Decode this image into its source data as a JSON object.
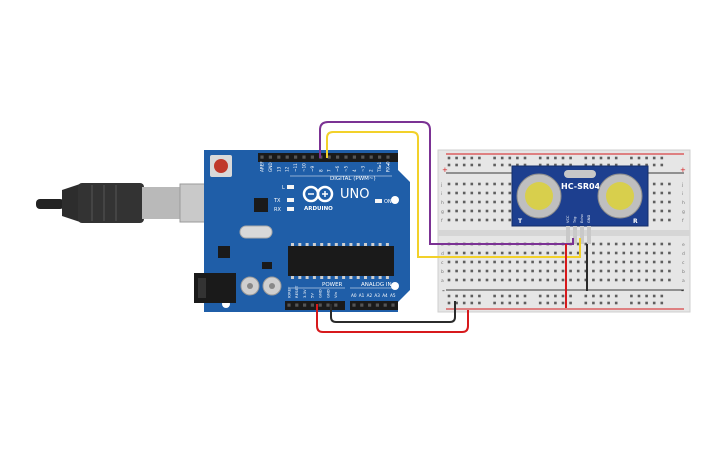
{
  "arduino": {
    "logo_text": "ARDUINO",
    "model": "UNO",
    "digital_header_label": "DIGITAL (PWM~)",
    "power_label": "POWER",
    "analog_label": "ANALOG IN",
    "on_label": "ON",
    "l_label": "L",
    "tx_label": "TX",
    "rx_label": "RX",
    "digital_pins": [
      "AREF",
      "GND",
      "13",
      "12",
      "~11",
      "~10",
      "~9",
      "8",
      "7",
      "~6",
      "~5",
      "4",
      "~3",
      "2",
      "TX▸1",
      "RX◂0"
    ],
    "power_pins": [
      "IOREF",
      "RESET",
      "3.3V",
      "5V",
      "GND",
      "GND",
      "Vin"
    ],
    "analog_pins": [
      "A0",
      "A1",
      "A2",
      "A3",
      "A4",
      "A5"
    ]
  },
  "sensor": {
    "model": "HC-SR04",
    "left_mark": "T",
    "right_mark": "R",
    "pins": [
      "VCC",
      "Trig",
      "Echo",
      "GND"
    ]
  },
  "breadboard": {
    "row_letters_top": [
      "j",
      "i",
      "h",
      "g",
      "f"
    ],
    "row_letters_bottom": [
      "e",
      "d",
      "c",
      "b",
      "a"
    ],
    "rail_plus": "+",
    "rail_minus": "-"
  },
  "wires": [
    {
      "name": "trig-wire",
      "color": "#7b3294"
    },
    {
      "name": "echo-wire",
      "color": "#f2d12a"
    },
    {
      "name": "ground-wire",
      "color": "#2b2b2b"
    },
    {
      "name": "power-wire",
      "color": "#d7191c"
    }
  ],
  "colors": {
    "board": "#1f5ea8",
    "board_dark": "#164a86",
    "breadboard": "#e6e6e6",
    "sensor": "#1d3f8f",
    "rail_red": "#d7191c"
  }
}
